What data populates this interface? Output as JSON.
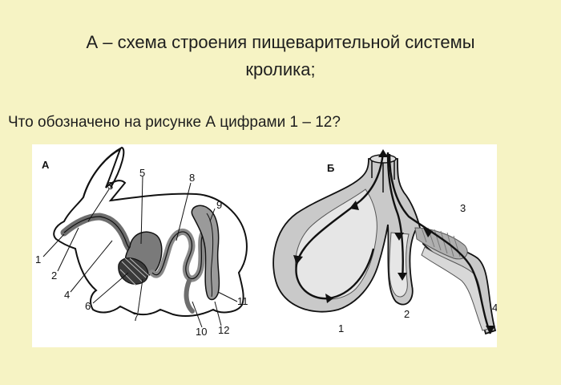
{
  "title": {
    "line1": "А – схема строения пищеварительной системы",
    "line2": "кролика;"
  },
  "question": "Что обозначено на рисунке А цифрами 1 – 12?",
  "figure": {
    "panel_a": {
      "letter": "А",
      "labels": [
        "1",
        "2",
        "3",
        "4",
        "5",
        "6",
        "7",
        "8",
        "9",
        "10",
        "11",
        "12"
      ]
    },
    "panel_b": {
      "letter": "Б",
      "labels": [
        "1",
        "2",
        "3",
        "4"
      ]
    }
  }
}
